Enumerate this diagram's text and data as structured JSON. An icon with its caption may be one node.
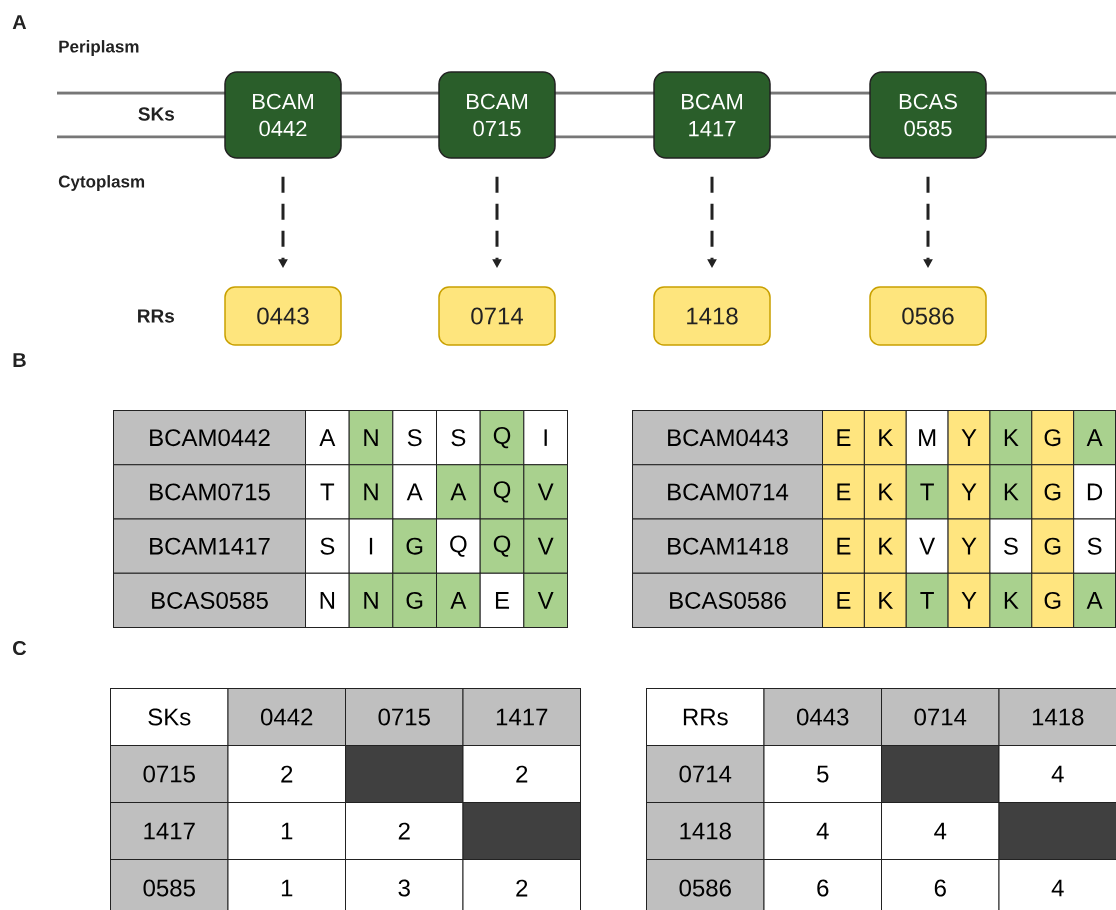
{
  "diagram": {
    "nodes": [
      {
        "text": [
          "BCAM 0442"
        ]
      },
      {
        "text": [
          "BCAM 0715"
        ]
      },
      {
        "text": [
          "BCAM 1417"
        ]
      },
      {
        "text": [
          "BCAS 0585"
        ]
      },
      {
        "text": [
          "0443"
        ]
      },
      {
        "text": [
          "0714"
        ]
      },
      {
        "text": [
          "1418"
        ]
      },
      {
        "text": [
          "0586"
        ]
      }
    ],
    "edges": [
      {
        "from": 0,
        "to": 4,
        "arrow": "to",
        "style": "dashed"
      },
      {
        "from": 1,
        "to": 5,
        "arrow": "to",
        "style": "dashed"
      },
      {
        "from": 2,
        "to": 6,
        "arrow": "to",
        "style": "dashed"
      },
      {
        "from": 3,
        "to": 7,
        "arrow": "to",
        "style": "dashed"
      }
    ],
    "labels": [
      "A",
      "Periplasm",
      "SKs",
      "Cytoplasm",
      "RRs",
      "B",
      "BCAM0442",
      "A",
      "N",
      "S",
      "S",
      "Q",
      "I",
      "BCAM0715",
      "T",
      "N",
      "A",
      "A",
      "Q",
      "V",
      "BCAM1417",
      "S",
      "I",
      "G",
      "Q",
      "Q",
      "V",
      "BCAS0585",
      "N",
      "N",
      "G",
      "A",
      "E",
      "V",
      "BCAM0443",
      "E",
      "K",
      "M",
      "Y",
      "K",
      "G",
      "A",
      "BCAM0714",
      "E",
      "K",
      "T",
      "Y",
      "K",
      "G",
      "D",
      "BCAM1418",
      "E",
      "K",
      "V",
      "Y",
      "S",
      "G",
      "S",
      "BCAS0586",
      "E",
      "K",
      "T",
      "Y",
      "K",
      "G",
      "A",
      "C",
      "SKs",
      "0442",
      "0715",
      "1417",
      "0715",
      "2",
      "2",
      "1417",
      "1",
      "2",
      "0585",
      "1",
      "3",
      "2",
      "RRs",
      "0443",
      "0714",
      "1418",
      "0714",
      "5",
      "4",
      "1418",
      "4",
      "4",
      "0586",
      "6",
      "6",
      "4"
    ]
  }
}
